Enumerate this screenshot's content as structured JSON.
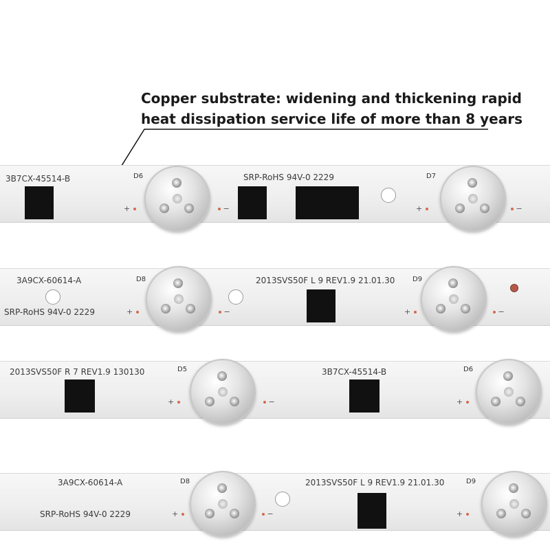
{
  "caption": {
    "line1": "Copper substrate: widening and thickening rapid",
    "line2": "heat dissipation  service life of more than 8 years"
  },
  "strip1": {
    "code": "3B7CX-45514-B",
    "srp": "SRP-RoHS 94V-0 2229",
    "d_left": "D6",
    "d_right": "D7"
  },
  "strip2": {
    "code": "3A9CX-60614-A",
    "srp": "SRP-RoHS 94V-0 2229",
    "rev": "2013SVS50F L 9 REV1.9 21.01.30",
    "d_left": "D8",
    "d_right": "D9"
  },
  "strip3": {
    "rev": "2013SVS50F R 7 REV1.9 130130",
    "code": "3B7CX-45514-B",
    "d_left": "D5",
    "d_right": "D6"
  },
  "strip4": {
    "code": "3A9CX-60614-A",
    "srp": "SRP-RoHS 94V-0 2229",
    "rev": "2013SVS50F L 9 REV1.9 21.01.30",
    "d_left": "D8",
    "d_right": "D9"
  },
  "polarity": {
    "plus": "+",
    "minus": "−"
  }
}
